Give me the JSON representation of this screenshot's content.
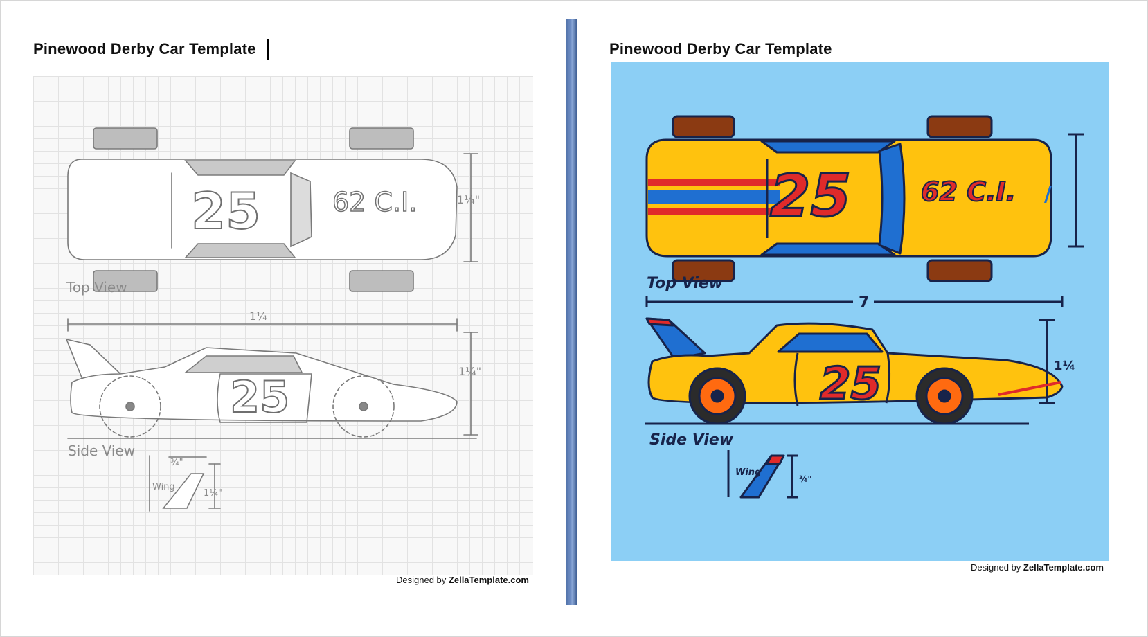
{
  "left_template": {
    "title": "Pinewood Derby Car Template",
    "car_number": "25",
    "engine_label": "62 C.I.",
    "top_view_label": "Top View",
    "side_view_label": "Side View",
    "wing_label": "Wing",
    "dim_top_height": "1¼\"",
    "dim_side_length": "1¼",
    "dim_side_height": "1¼\"",
    "dim_wing_width": "¾\"",
    "dim_wing_height": "1¼\"",
    "credit_prefix": "Designed by",
    "credit_site": "ZellaTemplate.com"
  },
  "right_template": {
    "title": "Pinewood Derby Car Template",
    "car_number": "25",
    "engine_label": "62 C.I.",
    "top_view_label": "Top View",
    "side_view_label": "Side View",
    "wing_label": "Wing",
    "dim_top_height": "/",
    "dim_length": "7",
    "dim_side_height": "1¼",
    "dim_wing_height": "¾\"",
    "credit_prefix": "Designed by",
    "credit_site": "ZellaTemplate.com",
    "colors": {
      "background": "#8ccff5",
      "body": "#ffc20e",
      "stripe_red": "#e02a2a",
      "stripe_blue": "#1f6fd1",
      "wheel_top": "#8b3a12",
      "wheel_rim": "#ff6a10",
      "outline": "#17234a"
    }
  }
}
